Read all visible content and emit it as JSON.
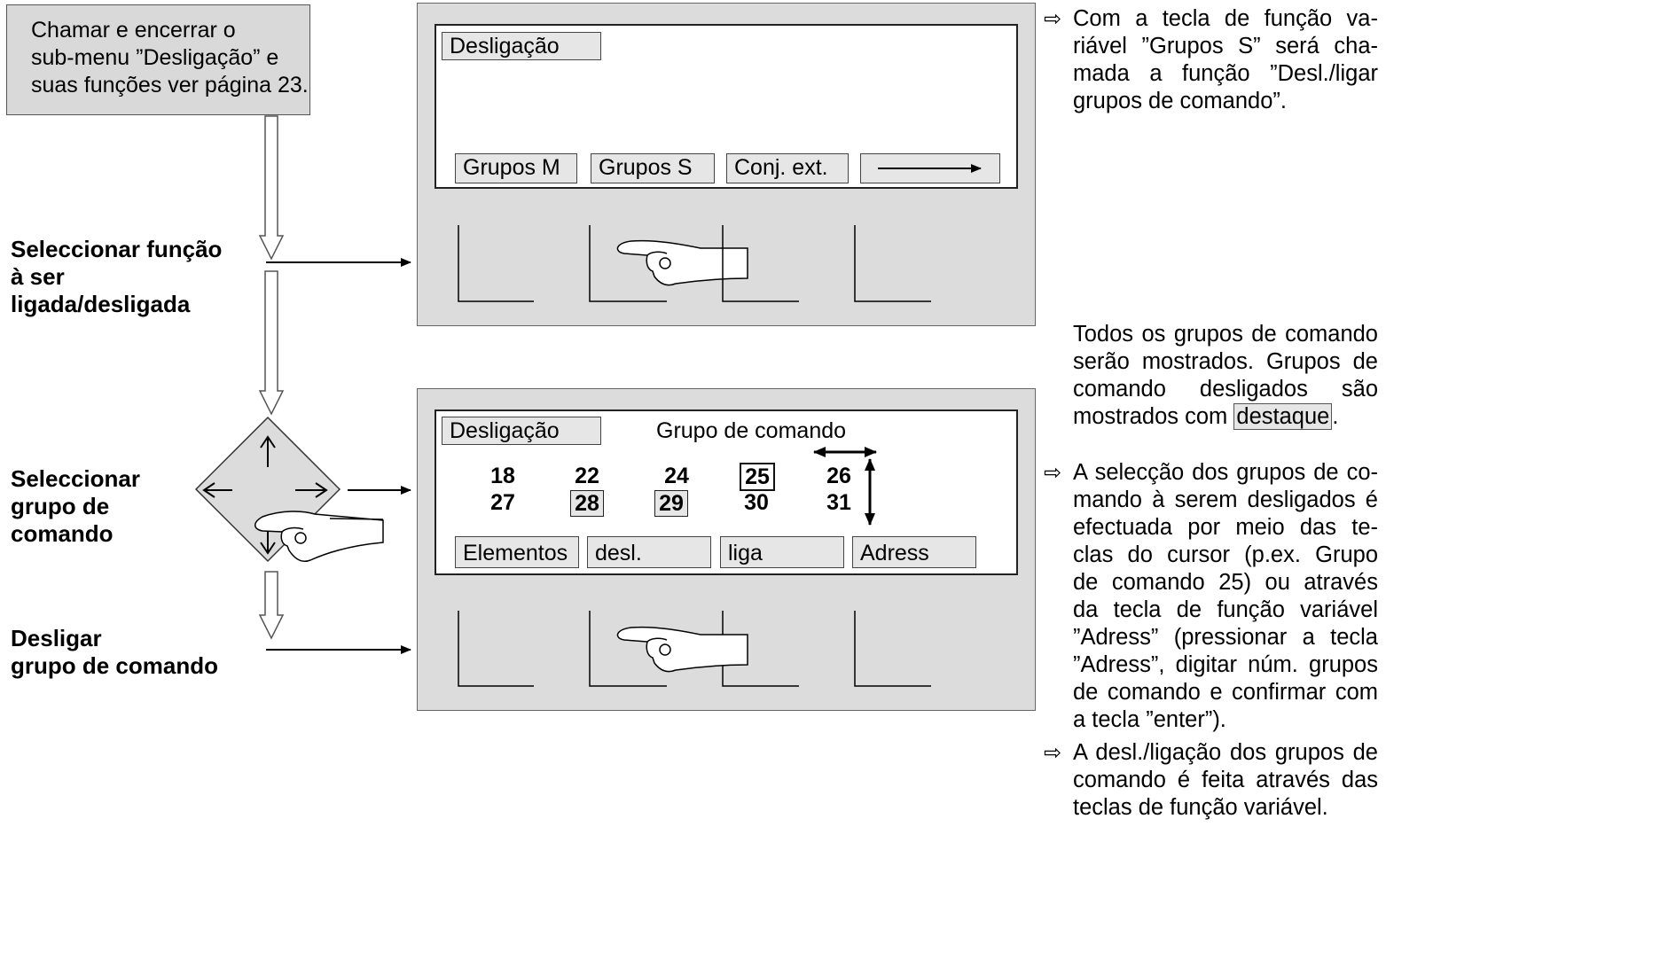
{
  "info_box": {
    "lines": [
      "Chamar e encerrar o",
      "sub-menu ”Desligação” e",
      "suas funções ver página 23."
    ]
  },
  "steps": {
    "select_function": [
      "Seleccionar função",
      "à ser",
      "ligada/desligada"
    ],
    "select_group": [
      "Seleccionar",
      "grupo de",
      "comando"
    ],
    "switch_off_group": [
      "Desligar",
      "grupo de comando"
    ]
  },
  "panel1": {
    "title_tab": "Desligação",
    "softkeys": [
      "Grupos M",
      "Grupos S",
      "Conj. ext."
    ]
  },
  "panel2": {
    "title_tab": "Desligação",
    "heading": "Grupo de comando",
    "row1": [
      "18",
      "22",
      "24",
      "25",
      "26"
    ],
    "row2": [
      "27",
      "28",
      "29",
      "30",
      "31"
    ],
    "softkeys": [
      "Elementos",
      "desl.",
      "liga",
      "Adress"
    ]
  },
  "right_text": {
    "arrow_symbol": "⇨",
    "para1": [
      "Com a tecla de função va-",
      "riável ”Grupos S” será cha-",
      "mada a função ”Desl./ligar",
      "grupos de comando”."
    ],
    "para2_lines": [
      "Todos os grupos de comando",
      "serão mostrados. Grupos de",
      "comando    desligados    são"
    ],
    "para2_last_prefix": "mostrados com ",
    "para2_highlight": "destaque",
    "para2_suffix": ".",
    "para3": [
      "A selecção dos grupos de co-",
      "mando à serem desligados é",
      "efectuada por meio das te-",
      "clas do cursor (p.ex. Grupo",
      "de comando 25) ou através",
      "da tecla de função variável",
      "”Adress” (pressionar a tecla",
      "”Adress”, digitar núm. grupos",
      "de comando e confirmar com",
      "a tecla ”enter”)."
    ],
    "para4": [
      "A desl./ligação dos grupos de",
      "comando é feita através das",
      "teclas de função variável."
    ]
  }
}
